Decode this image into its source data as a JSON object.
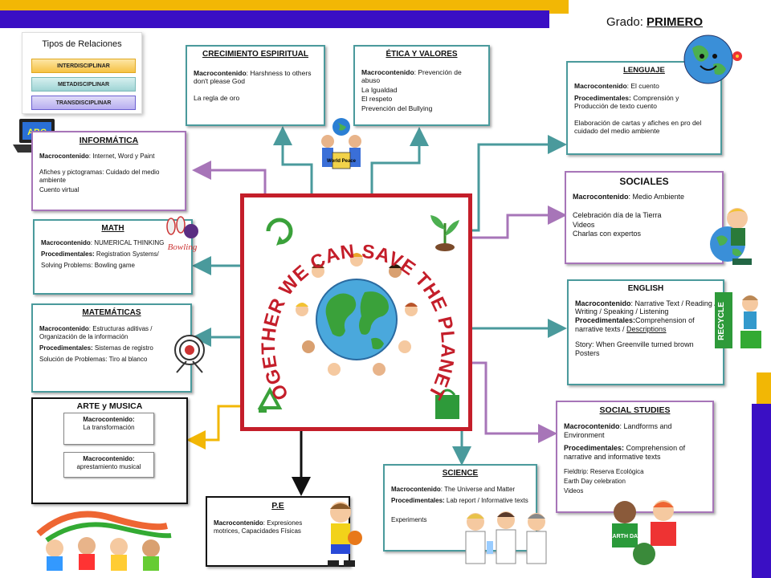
{
  "header": {
    "grade_label": "Grado:",
    "grade_value": "PRIMERO"
  },
  "relations": {
    "title": "Tipos de Relaciones",
    "items": [
      "INTERDISCIPLINAR",
      "METADISCIPLINAR",
      "TRANSDISCIPLINAR"
    ]
  },
  "center": {
    "slogan": "TOGETHER WE CAN SAVE THE PLANET !",
    "image_caption": "World Peace"
  },
  "boxes": {
    "informatica": {
      "title": "INFORMÁTICA",
      "label": "Macrocontenido",
      "content": ": Internet, Word y Paint",
      "line2": "Afiches y pictogramas: Cuidado del medio ambiente",
      "line3": "Cuento virtual"
    },
    "math": {
      "title": "MATH",
      "label": "Macrocontenido",
      "content": ": NUMERICAL THINKING",
      "proc_label": "Procedimentales:",
      "proc": " Registration Systems/",
      "line3": "Solving Problems: Bowling game"
    },
    "matematicas": {
      "title": "MATEMÁTICAS",
      "label": "Macrocontenido",
      "content": ": Estructuras aditivas  / Organización de la información",
      "proc_label": "Procedimentales:",
      "proc": " Sistemas de registro",
      "line3": "Solución de Problemas: Tiro al blanco"
    },
    "arte": {
      "title": "ARTE y MUSICA",
      "item1_label": "Macrocontenido:",
      "item1_text": "La transformación",
      "item2_label": "Macrocontenido:",
      "item2_text": "aprestamiento musical"
    },
    "crecimiento": {
      "title": "CRECIMIENTO ESPIRITUAL",
      "label": "Macrocontenido",
      "content": ": Harshness to others don't please God",
      "line2": "La regla de oro"
    },
    "etica": {
      "title": "ÉTICA Y VALORES",
      "label": "Macrocontenido",
      "content": ": Prevención de abuso",
      "line2": "La Igualdad",
      "line3": "El respeto",
      "line4": "Prevención del Bullying"
    },
    "lenguaje": {
      "title": "LENGUAJE",
      "label": "Macrocontenido",
      "content": ": El cuento",
      "proc_label": "Procedimentales:",
      "proc": " Comprensión y Producción de texto cuento",
      "line3": "Elaboración de cartas y afiches en pro del cuidado del medio ambiente"
    },
    "sociales": {
      "title": "SOCIALES",
      "label": "Macrocontenido",
      "content": ": Medio Ambiente",
      "line2": "Celebración día de la Tierra",
      "line3": "Videos",
      "line4": "Charlas con expertos"
    },
    "english": {
      "title": "ENGLISH",
      "label": "Macrocontenido",
      "content": ": Narrative Text / Reading / Writing / Speaking / Listening",
      "proc_label": "Procedimentales:",
      "proc": "Comprehension of narrative texts / ",
      "proc_ul": "Descriptions",
      "line3": "Story: When Greenville turned brown",
      "line4": "Posters"
    },
    "social_studies": {
      "title": "SOCIAL  STUDIES",
      "label": "Macrocontenido",
      "content": ": Landforms and Environment",
      "proc_label": "Procedimentales:",
      "proc": " Comprehension of narrative and informative texts",
      "line3": "Fieldtrip: Reserva Ecológica",
      "line4": "Earth Day celebration",
      "line5": "Videos"
    },
    "science": {
      "title": "SCIENCE",
      "label": "Macrocontenido",
      "content": ": The Universe and Matter",
      "proc_label": "Procedimentales:",
      "proc": "  Lab report / Informative texts",
      "line3": "Experiments"
    },
    "pe": {
      "title": "P.E",
      "label": "Macrocontenido",
      "content": ": Expresiones motrices, Capacidades Físicas"
    }
  },
  "illustrations": {
    "computer": "ABC",
    "bowling": "Bowling",
    "recycle": "RECYCLE",
    "earth_day": "EARTH DAY"
  },
  "colors": {
    "teal": "#4a9a9c",
    "purple": "#a775b8",
    "red": "#c41e2a",
    "gold": "#f2b705",
    "indigo": "#3a0fc4"
  }
}
